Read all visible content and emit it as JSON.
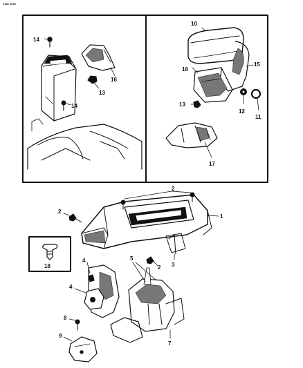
{
  "header": {
    "code": "0182 1000"
  },
  "callouts": {
    "c1": "1",
    "c2a": "2",
    "c2b": "2",
    "c2c": "2",
    "c3": "3",
    "c4a": "4",
    "c4b": "4",
    "c5": "5",
    "c7": "7",
    "c8": "8",
    "c9": "9",
    "c10": "10",
    "c11": "11",
    "c12": "12",
    "c13a": "13",
    "c13b": "13",
    "c14a": "14",
    "c14b": "14",
    "c15": "15",
    "c16a": "16",
    "c16b": "16",
    "c17": "17",
    "c18": "18"
  },
  "colors": {
    "ink": "#111111",
    "paper": "#ffffff"
  }
}
